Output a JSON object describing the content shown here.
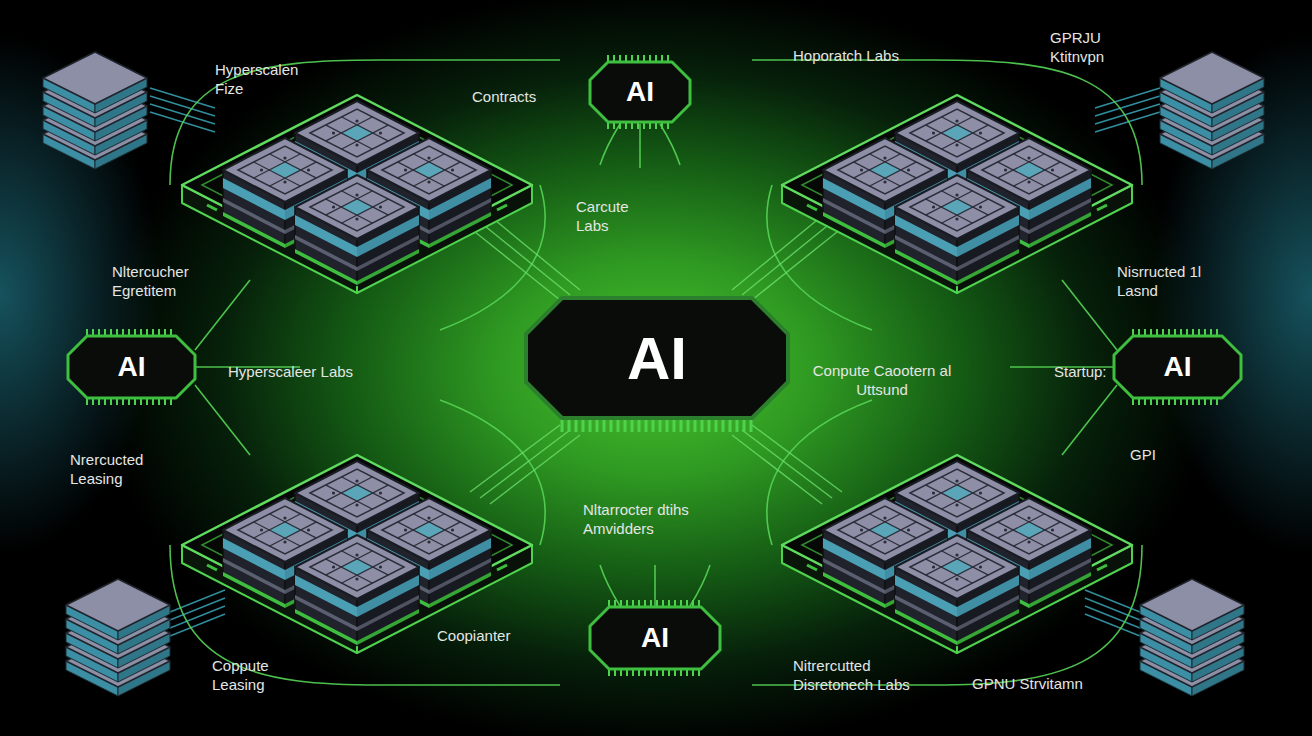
{
  "diagram": {
    "nodes": [
      {
        "text": [
          "AI"
        ]
      },
      {
        "text": [
          "AI"
        ]
      },
      {
        "text": [
          "AI"
        ]
      },
      {
        "text": [
          "AI"
        ]
      },
      {
        "text": [
          "AI"
        ]
      }
    ],
    "labels": [
      "Hyperscalen Fize",
      "Contracts",
      "Hoporatch Labs",
      "GPRJU Ktitnvpn",
      "Carcute Labs",
      "Nltercucher Egretitem",
      "Nisrructed 1l Lasnd",
      "Hyperscaleer Labs",
      "Conpute Caootern al Uttsund",
      "Startup:",
      "Nrercucted Leasing",
      "GPI",
      "Nltarrocter dtihs Amvidders",
      "Coopianter",
      "Coppute Leasing",
      "Nitrercutted Disretonech Labs",
      "GPNU Strvitamn"
    ]
  }
}
